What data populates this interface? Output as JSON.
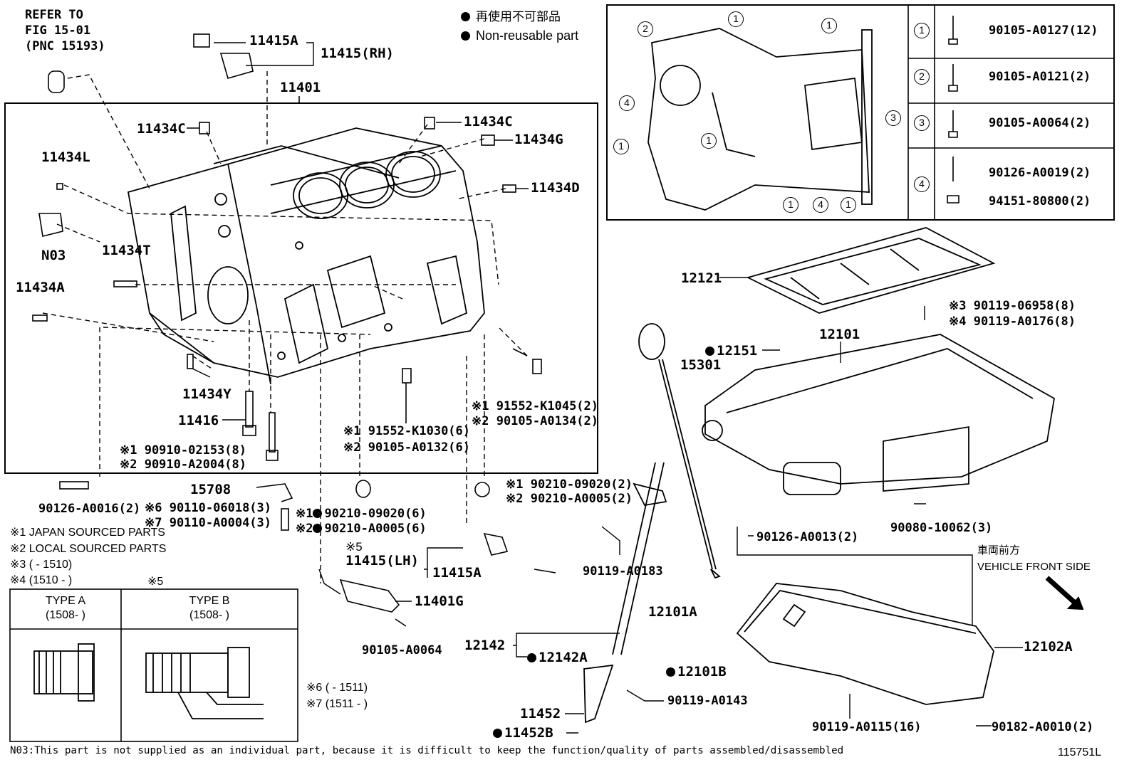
{
  "refer": {
    "line1": "REFER TO",
    "line2": "FIG 15-01",
    "line3": "(PNC 15193)"
  },
  "legend": {
    "jp": "再使用不可部品",
    "en": "Non-reusable part"
  },
  "direction": {
    "jp": "車両前方",
    "en": "VEHICLE FRONT SIDE"
  },
  "figure_id": "115751L",
  "footnote": "N03:This part is not supplied as an individual part, because it is difficult to keep the function/quality of parts assembled/disassembled",
  "notes": [
    "※1 JAPAN SOURCED PARTS",
    "※2 LOCAL SOURCED PARTS",
    "※3 (     - 1510)",
    "※4 (1510 -      )"
  ],
  "note5_mark": "※5",
  "note6": "※6 (     - 1511)",
  "note7": "※7 (1511 -     )",
  "type_table": {
    "a_title": "TYPE A",
    "a_date": "(1508-     )",
    "b_title": "TYPE B",
    "b_date": "(1508-     )"
  },
  "bolt_table": [
    {
      "num": "1",
      "part": "90105-A0127(12)"
    },
    {
      "num": "2",
      "part": "90105-A0121(2)"
    },
    {
      "num": "3",
      "part": "90105-A0064(2)"
    },
    {
      "num": "4",
      "part": "90126-A0019(2)",
      "part2": "94151-80800(2)"
    }
  ],
  "labels": {
    "p11415A_top": "11415A",
    "p11415RH": "11415(RH)",
    "p11401": "11401",
    "p11434C_l": "11434C",
    "p11434C_r": "11434C",
    "p11434G": "11434G",
    "p11434D": "11434D",
    "p11434L": "11434L",
    "pN03": "N03",
    "p11434T": "11434T",
    "p11434A": "11434A",
    "p11434Y": "11434Y",
    "p11416": "11416",
    "b90910_1": "※1 90910-02153(8)",
    "b90910_2": "※2 90910-A2004(8)",
    "b91552_1030": "※1 91552-K1030(6)",
    "b90105_0132": "※2 90105-A0132(6)",
    "b91552_1045": "※1 91552-K1045(2)",
    "b90105_0134": "※2 90105-A0134(2)",
    "p90126_0016": "90126-A0016(2)",
    "p15708": "15708",
    "b6": "※6 90110-06018(3)",
    "b7": "※7 90110-A0004(3)",
    "w1_mark": "※1",
    "w1": "90210-09020(6)",
    "w2_mark": "※2",
    "w2": "90210-A0005(6)",
    "g1": "※1 90210-09020(2)",
    "g2": "※2 90210-A0005(2)",
    "p11415LH": "11415(LH)",
    "p11415A_b": "11415A",
    "p11401G": "11401G",
    "p90105_0064": "90105-A0064",
    "p12121": "12121",
    "s3": "※3 90119-06958(8)",
    "s4": "※4 90119-A0176(8)",
    "p12151": "12151",
    "p12101": "12101",
    "p15301": "15301",
    "p90080": "90080-10062(3)",
    "p90126_0013": "90126-A0013(2)",
    "p90119_0183": "90119-A0183",
    "p12101A": "12101A",
    "p12101B": "12101B",
    "p12142": "12142",
    "p12142A": "12142A",
    "p12102A": "12102A",
    "p11452": "11452",
    "p11452B": "11452B",
    "p90119_0143": "90119-A0143",
    "p90119_0115": "90119-A0115(16)",
    "p90182": "90182-A0010(2)"
  }
}
